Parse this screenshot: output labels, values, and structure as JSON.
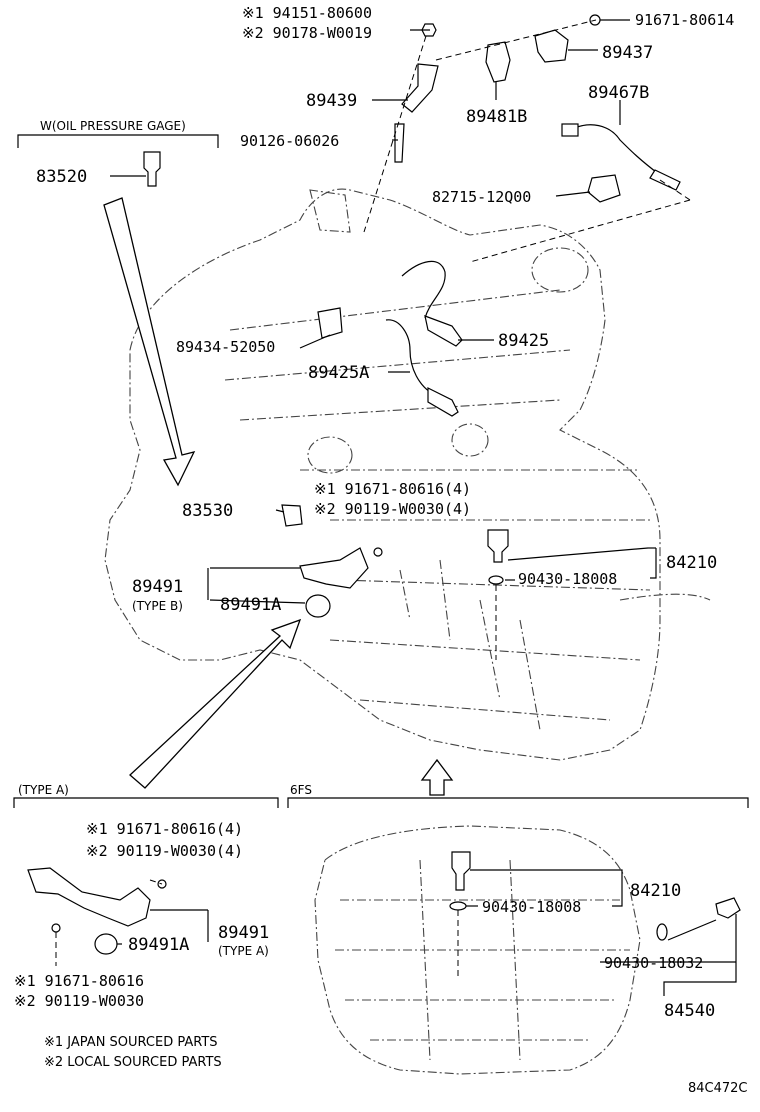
{
  "callouts": {
    "p94151": "※1 94151-80600",
    "p90178": "※2 90178-W0019",
    "p91671_top": "91671-80614",
    "p89437": "89437",
    "p89439": "89439",
    "p89481b": "89481B",
    "p89467b": "89467B",
    "p90126": "90126-06026",
    "w_gage": "W(OIL PRESSURE GAGE)",
    "p83520": "83520",
    "p82715": "82715-12Q00",
    "p89434": "89434-52050",
    "p89425": "89425",
    "p89425a": "89425A",
    "p91671_4": "※1 91671-80616(4)",
    "p90119_4": "※2 90119-W0030(4)",
    "p83530": "83530",
    "p84210": "84210",
    "p90430_top": "90430-18008",
    "p89491": "89491",
    "type_b": "(TYPE B)",
    "p89491a": "89491A"
  },
  "type_a_section": {
    "title": "(TYPE A)",
    "p91671_4": "※1 91671-80616(4)",
    "p90119_4": "※2 90119-W0030(4)",
    "p89491": "89491",
    "type_a": "(TYPE A)",
    "p89491a": "89491A",
    "p91671": "※1 91671-80616",
    "p90119": "※2 90119-W0030"
  },
  "sixfs_section": {
    "title": "6FS",
    "p84210": "84210",
    "p90430_18008": "90430-18008",
    "p90430_18032": "90430-18032",
    "p84540": "84540"
  },
  "notes": {
    "note1": "※1  JAPAN SOURCED PARTS",
    "note2": "※2  LOCAL SOURCED PARTS"
  },
  "figure_code": "84C472C"
}
